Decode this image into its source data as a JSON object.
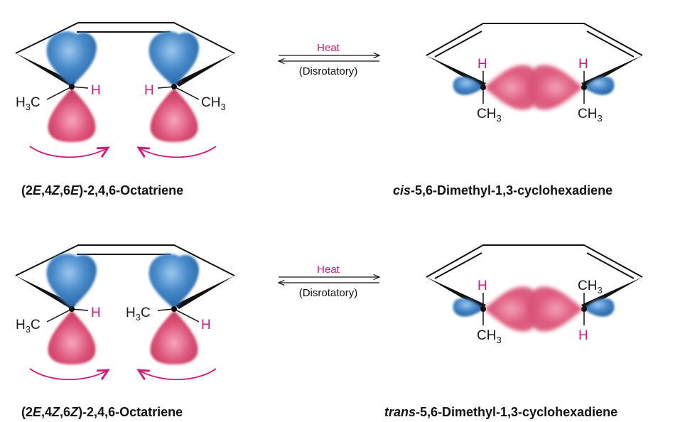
{
  "colors": {
    "lobe_blue": "#3a7fc4",
    "lobe_pink": "#d9476f",
    "arrow_pink": "#d4187a",
    "hydrogen": "#d4187a",
    "bond": "#111111"
  },
  "reaction_top": {
    "reactant_name": {
      "pre": "(2",
      "e1": "E",
      "mid1": ",4",
      "z": "Z",
      "mid2": ",6",
      "e2": "E",
      "post": ")-2,4,6-Octatriene"
    },
    "product_name": {
      "italic": "cis",
      "rest": "-5,6-Dimethyl-1,3-cyclohexadiene"
    },
    "arrow_top_label": "Heat",
    "arrow_bottom_label": "(Disrotatory)",
    "left_substituents": {
      "left_outer": "H3C",
      "left_inner": "H",
      "right_inner": "H",
      "right_outer": "CH3"
    },
    "right_substituents": {
      "c5_top": "H",
      "c5_bottom": "CH3",
      "c6_top": "H",
      "c6_bottom": "CH3"
    }
  },
  "reaction_bottom": {
    "reactant_name": {
      "pre": "(2",
      "e1": "E",
      "mid1": ",4",
      "z": "Z",
      "mid2": ",6",
      "e2": "Z",
      "post": ")-2,4,6-Octatriene"
    },
    "product_name": {
      "italic": "trans",
      "rest": "-5,6-Dimethyl-1,3-cyclohexadiene"
    },
    "arrow_top_label": "Heat",
    "arrow_bottom_label": "(Disrotatory)",
    "left_substituents": {
      "left_outer": "H3C",
      "left_inner": "H",
      "right_inner": "H3C",
      "right_outer": "H"
    },
    "right_substituents": {
      "c5_top": "H",
      "c5_bottom": "CH3",
      "c6_top": "CH3",
      "c6_bottom": "H"
    }
  }
}
